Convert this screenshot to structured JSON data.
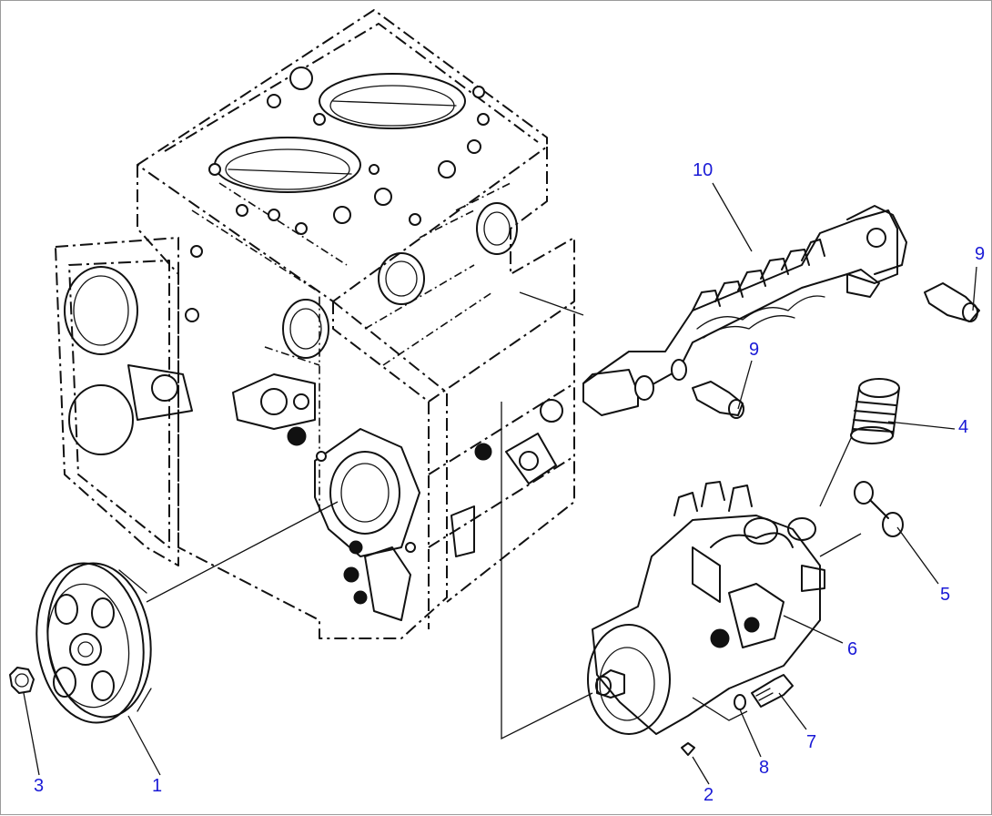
{
  "callouts": {
    "c1": "1",
    "c2": "2",
    "c3": "3",
    "c4": "4",
    "c5": "5",
    "c6": "6",
    "c7": "7",
    "c8": "8",
    "c9a": "9",
    "c9b": "9",
    "c10": "10"
  },
  "colors": {
    "callout_text": "#1a1ad6",
    "line_art": "#111111",
    "background": "#ffffff"
  }
}
